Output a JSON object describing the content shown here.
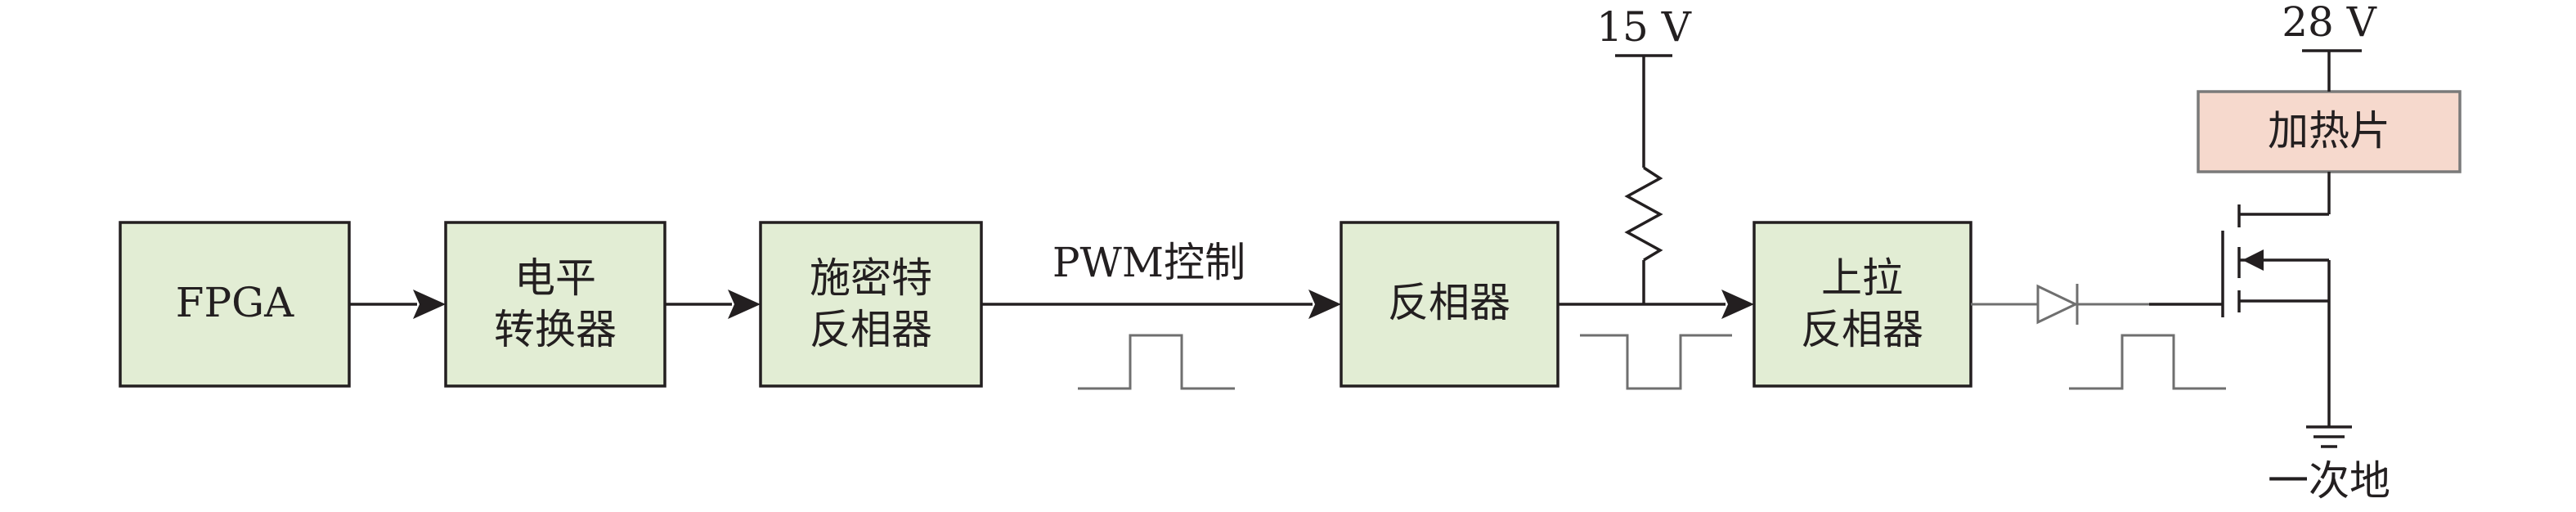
{
  "blocks": {
    "fpga": "FPGA",
    "level_shift": [
      "电平",
      "转换器"
    ],
    "schmitt": [
      "施密特",
      "反相器"
    ],
    "inverter": "反相器",
    "pullup": [
      "上拉",
      "反相器"
    ],
    "heater": "加热片"
  },
  "labels": {
    "pwm": "PWM控制",
    "v15": "15 V",
    "v28": "28 V",
    "ground": "一次地"
  }
}
